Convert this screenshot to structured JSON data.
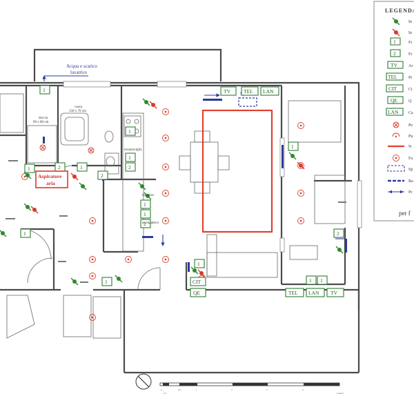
{
  "labels": {
    "acqua_line1": "Acqua e scarico",
    "acqua_line2": "lavatrice",
    "split": "Split",
    "aspiratore_line1": "Aspiratore",
    "aspiratore_line2": "aria",
    "vasca_line1": "vasca",
    "vasca_line2": "150 x 70 cm",
    "doccia_line1": "doccia",
    "doccia_line2": "90 x 80 cm",
    "lavastoviglie": "lavastoviglie",
    "lavatrice": "lavatrice",
    "asciugatrice": "asciugatrice"
  },
  "boxes": {
    "b1": "1",
    "b2": "2",
    "tv": "TV",
    "tel": "TEL",
    "lan": "LAN",
    "cit": "CIT",
    "qe": "QE"
  },
  "legend": {
    "title": "LEGENDA",
    "items": [
      "In",
      "In",
      "Fr",
      "Fr",
      "Ar",
      "Pr",
      "Ci",
      "Q",
      "Ca",
      "Pe",
      "Pu",
      "N",
      "Fa",
      "Sp",
      "Ra",
      "Pc"
    ],
    "footer": "per f"
  },
  "scale": {
    "ticks": [
      "0",
      "0,1",
      "0,5",
      "1",
      "2",
      "3",
      "4",
      "5 metri"
    ]
  },
  "colors": {
    "wall": "#4a4a4a",
    "green": "#2f7a32",
    "red": "#e04030",
    "blue": "#2b3a9c"
  }
}
